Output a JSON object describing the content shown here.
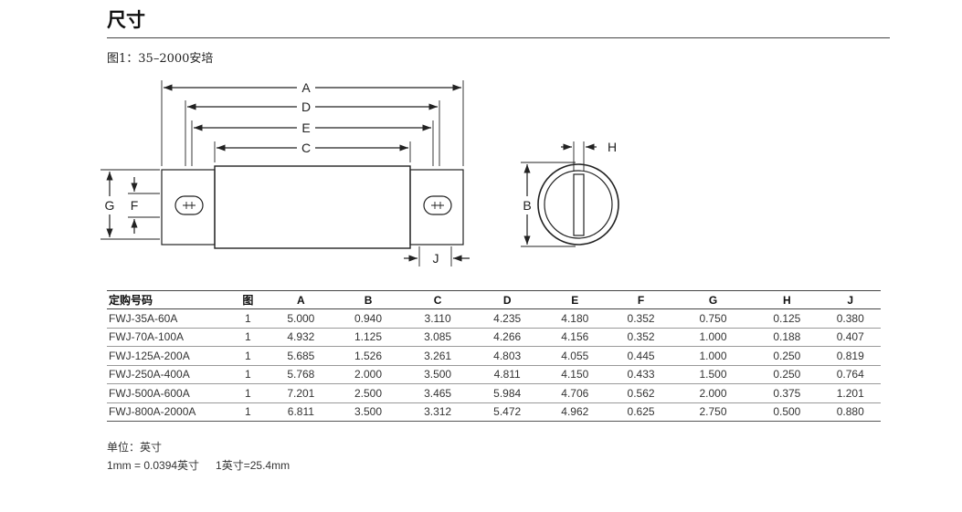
{
  "title": "尺寸",
  "figure_caption": "图1：35–2000安培",
  "diagram": {
    "labels": {
      "A": "A",
      "D": "D",
      "E": "E",
      "C": "C",
      "G": "G",
      "F": "F",
      "J": "J",
      "B": "B",
      "H": "H"
    }
  },
  "table": {
    "headers": [
      "定购号码",
      "图",
      "A",
      "B",
      "C",
      "D",
      "E",
      "F",
      "G",
      "H",
      "J"
    ],
    "rows": [
      [
        "FWJ-35A-60A",
        "1",
        "5.000",
        "0.940",
        "3.110",
        "4.235",
        "4.180",
        "0.352",
        "0.750",
        "0.125",
        "0.380"
      ],
      [
        "FWJ-70A-100A",
        "1",
        "4.932",
        "1.125",
        "3.085",
        "4.266",
        "4.156",
        "0.352",
        "1.000",
        "0.188",
        "0.407"
      ],
      [
        "FWJ-125A-200A",
        "1",
        "5.685",
        "1.526",
        "3.261",
        "4.803",
        "4.055",
        "0.445",
        "1.000",
        "0.250",
        "0.819"
      ],
      [
        "FWJ-250A-400A",
        "1",
        "5.768",
        "2.000",
        "3.500",
        "4.811",
        "4.150",
        "0.433",
        "1.500",
        "0.250",
        "0.764"
      ],
      [
        "FWJ-500A-600A",
        "1",
        "7.201",
        "2.500",
        "3.465",
        "5.984",
        "4.706",
        "0.562",
        "2.000",
        "0.375",
        "1.201"
      ],
      [
        "FWJ-800A-2000A",
        "1",
        "6.811",
        "3.500",
        "3.312",
        "5.472",
        "4.962",
        "0.625",
        "2.750",
        "0.500",
        "0.880"
      ]
    ]
  },
  "notes": {
    "unit": "单位：英寸",
    "conversion1": "1mm = 0.0394英寸",
    "conversion2": "1英寸=25.4mm"
  }
}
